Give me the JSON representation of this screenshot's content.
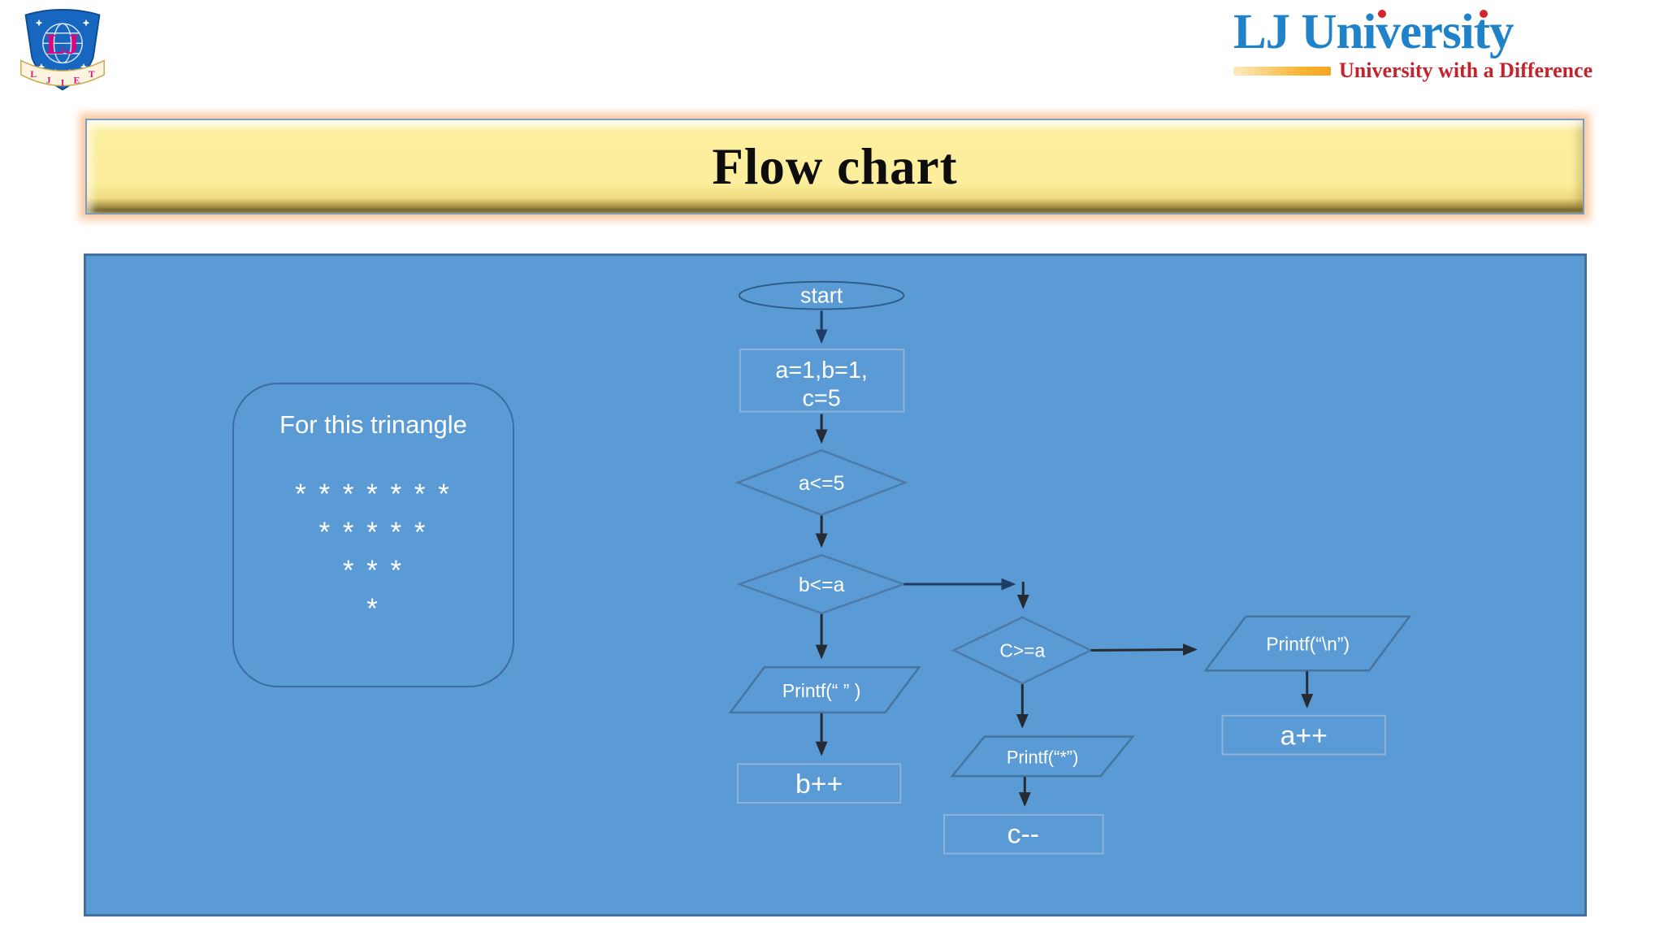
{
  "header": {
    "crest": {
      "initials": "LJ",
      "ribbon_letters": [
        "L",
        "J",
        "I",
        "E",
        "T"
      ]
    },
    "brand": {
      "title": "LJ University",
      "tagline": "University with a Difference"
    }
  },
  "banner": {
    "title": "Flow chart"
  },
  "note": {
    "caption": "For this trinangle",
    "triangle_rows": [
      "* * * * * * *",
      "* * * * *",
      "* * *",
      "*"
    ]
  },
  "flowchart": {
    "start_label": "start",
    "init_line1": "a=1,b=1,",
    "init_line2": "c=5",
    "cond_a": "a<=5",
    "cond_b": "b<=a",
    "cond_c": "C>=a",
    "print_space": "Printf(“ ” )",
    "b_increment": "b++",
    "print_star": "Printf(“*”)",
    "c_decrement": "c--",
    "print_newline": "Printf(“\\n”)",
    "a_increment": "a++"
  },
  "colors": {
    "panel_blue": "#5B9BD5",
    "panel_border": "#41719C",
    "banner_yellow": "#FCEE9C",
    "banner_glow": "#F9C9A1",
    "arrow_dark": "#262B33",
    "arrow_navy": "#1F3C64",
    "shape_border_light": "#8FB3D8",
    "shape_border_mid": "#4D7BA9",
    "brand_blue": "#2083C9",
    "brand_red": "#C5232B",
    "crest_magenta": "#E5007D"
  }
}
